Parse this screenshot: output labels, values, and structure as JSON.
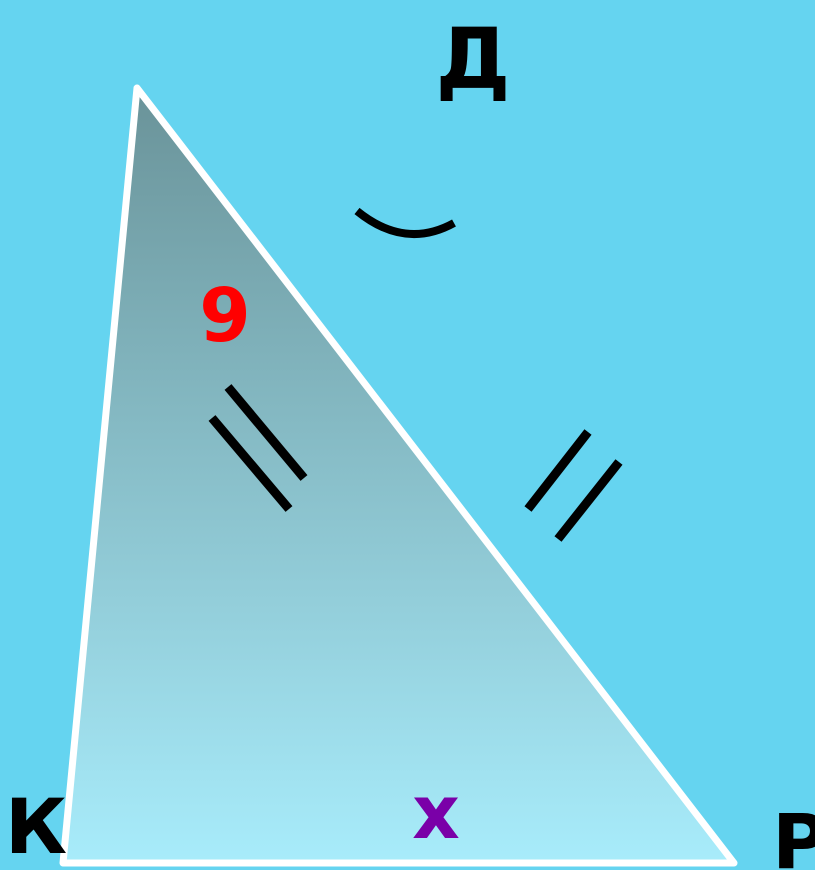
{
  "colors": {
    "background": "#65d4f0",
    "triangle_top": "#6a9399",
    "triangle_bottom": "#a8ecfb",
    "outline": "#ffffff",
    "ink": "#000000",
    "side_label": "#ff0000",
    "unknown_label": "#7a00a8"
  },
  "vertices": {
    "d": "Д",
    "k": "К",
    "r": "Р"
  },
  "labels": {
    "side_dk": "9",
    "side_kr": "x"
  }
}
